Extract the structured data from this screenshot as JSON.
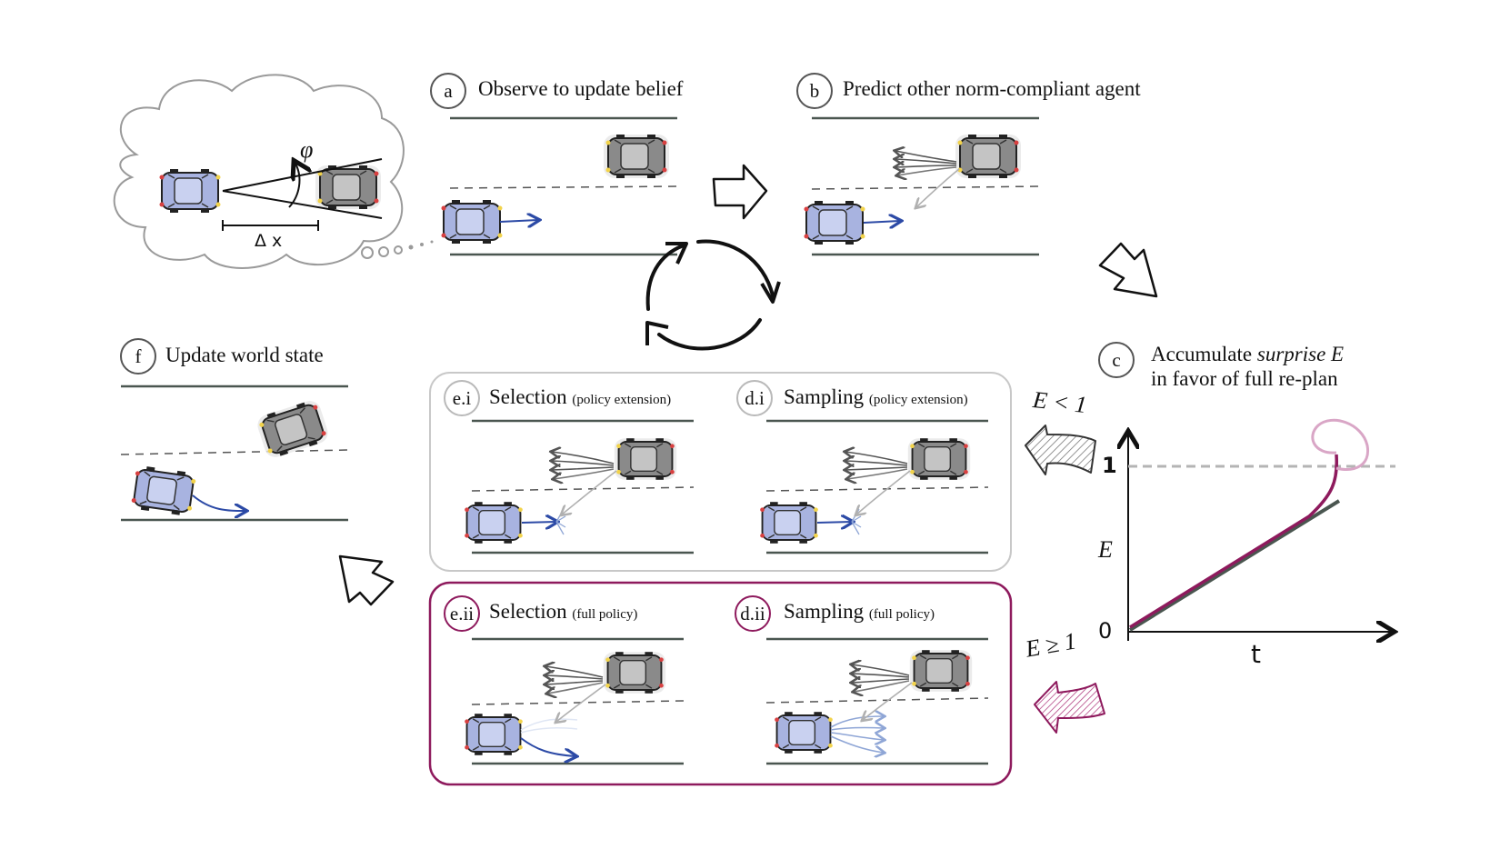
{
  "panels": {
    "a": {
      "tag": "a",
      "title": "Observe to update belief"
    },
    "b": {
      "tag": "b",
      "title": "Predict other norm-compliant agent"
    },
    "c": {
      "tag": "c",
      "title_pre": "Accumulate ",
      "title_italic": "surprise E",
      "title_line2": "in favor of full re-plan"
    },
    "f": {
      "tag": "f",
      "title": "Update world state"
    },
    "ei": {
      "tag": "e.i",
      "title": "Selection",
      "sub": "(policy extension)"
    },
    "di": {
      "tag": "d.i",
      "title": "Sampling",
      "sub": "(policy extension)"
    },
    "eii": {
      "tag": "e.ii",
      "title": "Selection",
      "sub": "(full policy)"
    },
    "dii": {
      "tag": "d.ii",
      "title": "Sampling",
      "sub": "(full policy)"
    }
  },
  "thought": {
    "angle_symbol": "φ",
    "distance_label": "Δ x"
  },
  "conditions": {
    "low": "E < 1",
    "high": "E ≥ 1"
  },
  "plot": {
    "y_label": "E",
    "x_label": "t",
    "tick_zero": "0",
    "tick_one": "1"
  },
  "colors": {
    "magenta": "#8e1a5d",
    "ego_car": "#a8b3e0",
    "other_car": "#8a8a8a",
    "road": "#4a5650",
    "arrow_blue": "#2c4aa6"
  }
}
